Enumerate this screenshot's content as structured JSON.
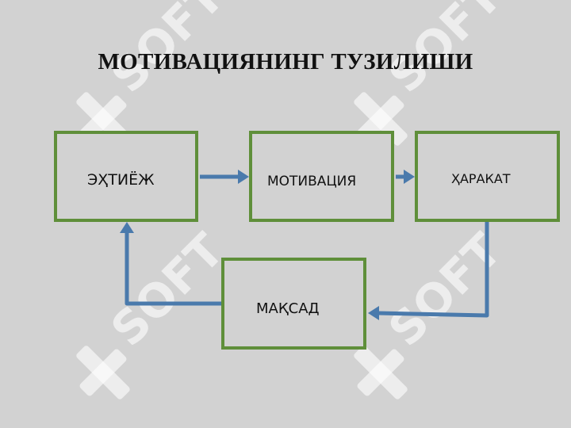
{
  "title": "МОТИВАЦИЯНИНГ ТУЗИЛИШИ",
  "nodes": {
    "need": "ЭҲТИЁЖ",
    "motivation": "МОТИВАЦИЯ",
    "action": "ҲАРАКАТ",
    "goal": "МАҚСАД"
  },
  "watermark": {
    "text": "SOFT",
    "icon": "dollar-logo-icon"
  },
  "colors": {
    "background": "#d2d2d2",
    "box_border": "#5f8f3a",
    "arrow": "#4a7aac",
    "watermark": "#ffffff"
  }
}
